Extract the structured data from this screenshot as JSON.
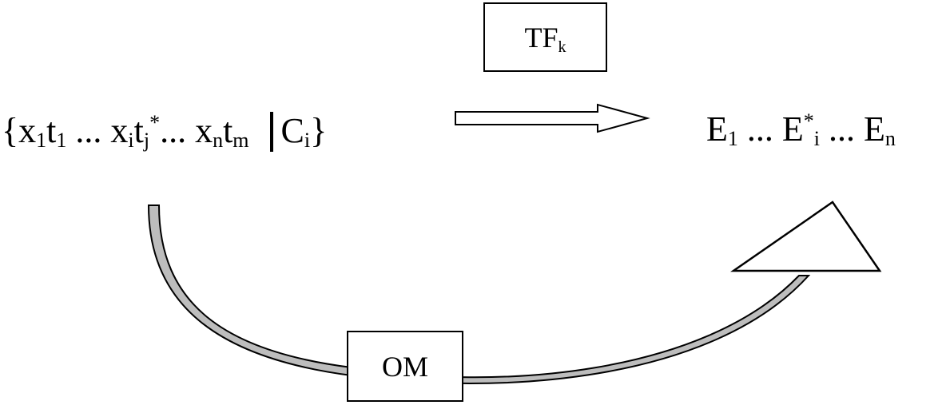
{
  "top_label": {
    "main": "TF",
    "sub": "k"
  },
  "bottom_label": {
    "text": "OM"
  },
  "left_expression": {
    "open_brace": "{",
    "x1": "x",
    "x1_sub": "1",
    "t1": "t",
    "t1_sub": "1",
    "dots1": " ... ",
    "xi": "x",
    "xi_sub": "i",
    "tj": "t",
    "tj_sub": "j",
    "tj_sup": "*",
    "dots2": "... ",
    "xn": "x",
    "xn_sub": "n",
    "tm": "t",
    "tm_sub": "m",
    "c": "C",
    "c_sub": "i",
    "close_brace": "}"
  },
  "right_expression": {
    "e1": "E",
    "e1_sub": "1",
    "dots1": " ... ",
    "ei": "E",
    "ei_sup": "*",
    "ei_sub": "i",
    "dots2": " ... ",
    "en": "E",
    "en_sub": "n"
  }
}
